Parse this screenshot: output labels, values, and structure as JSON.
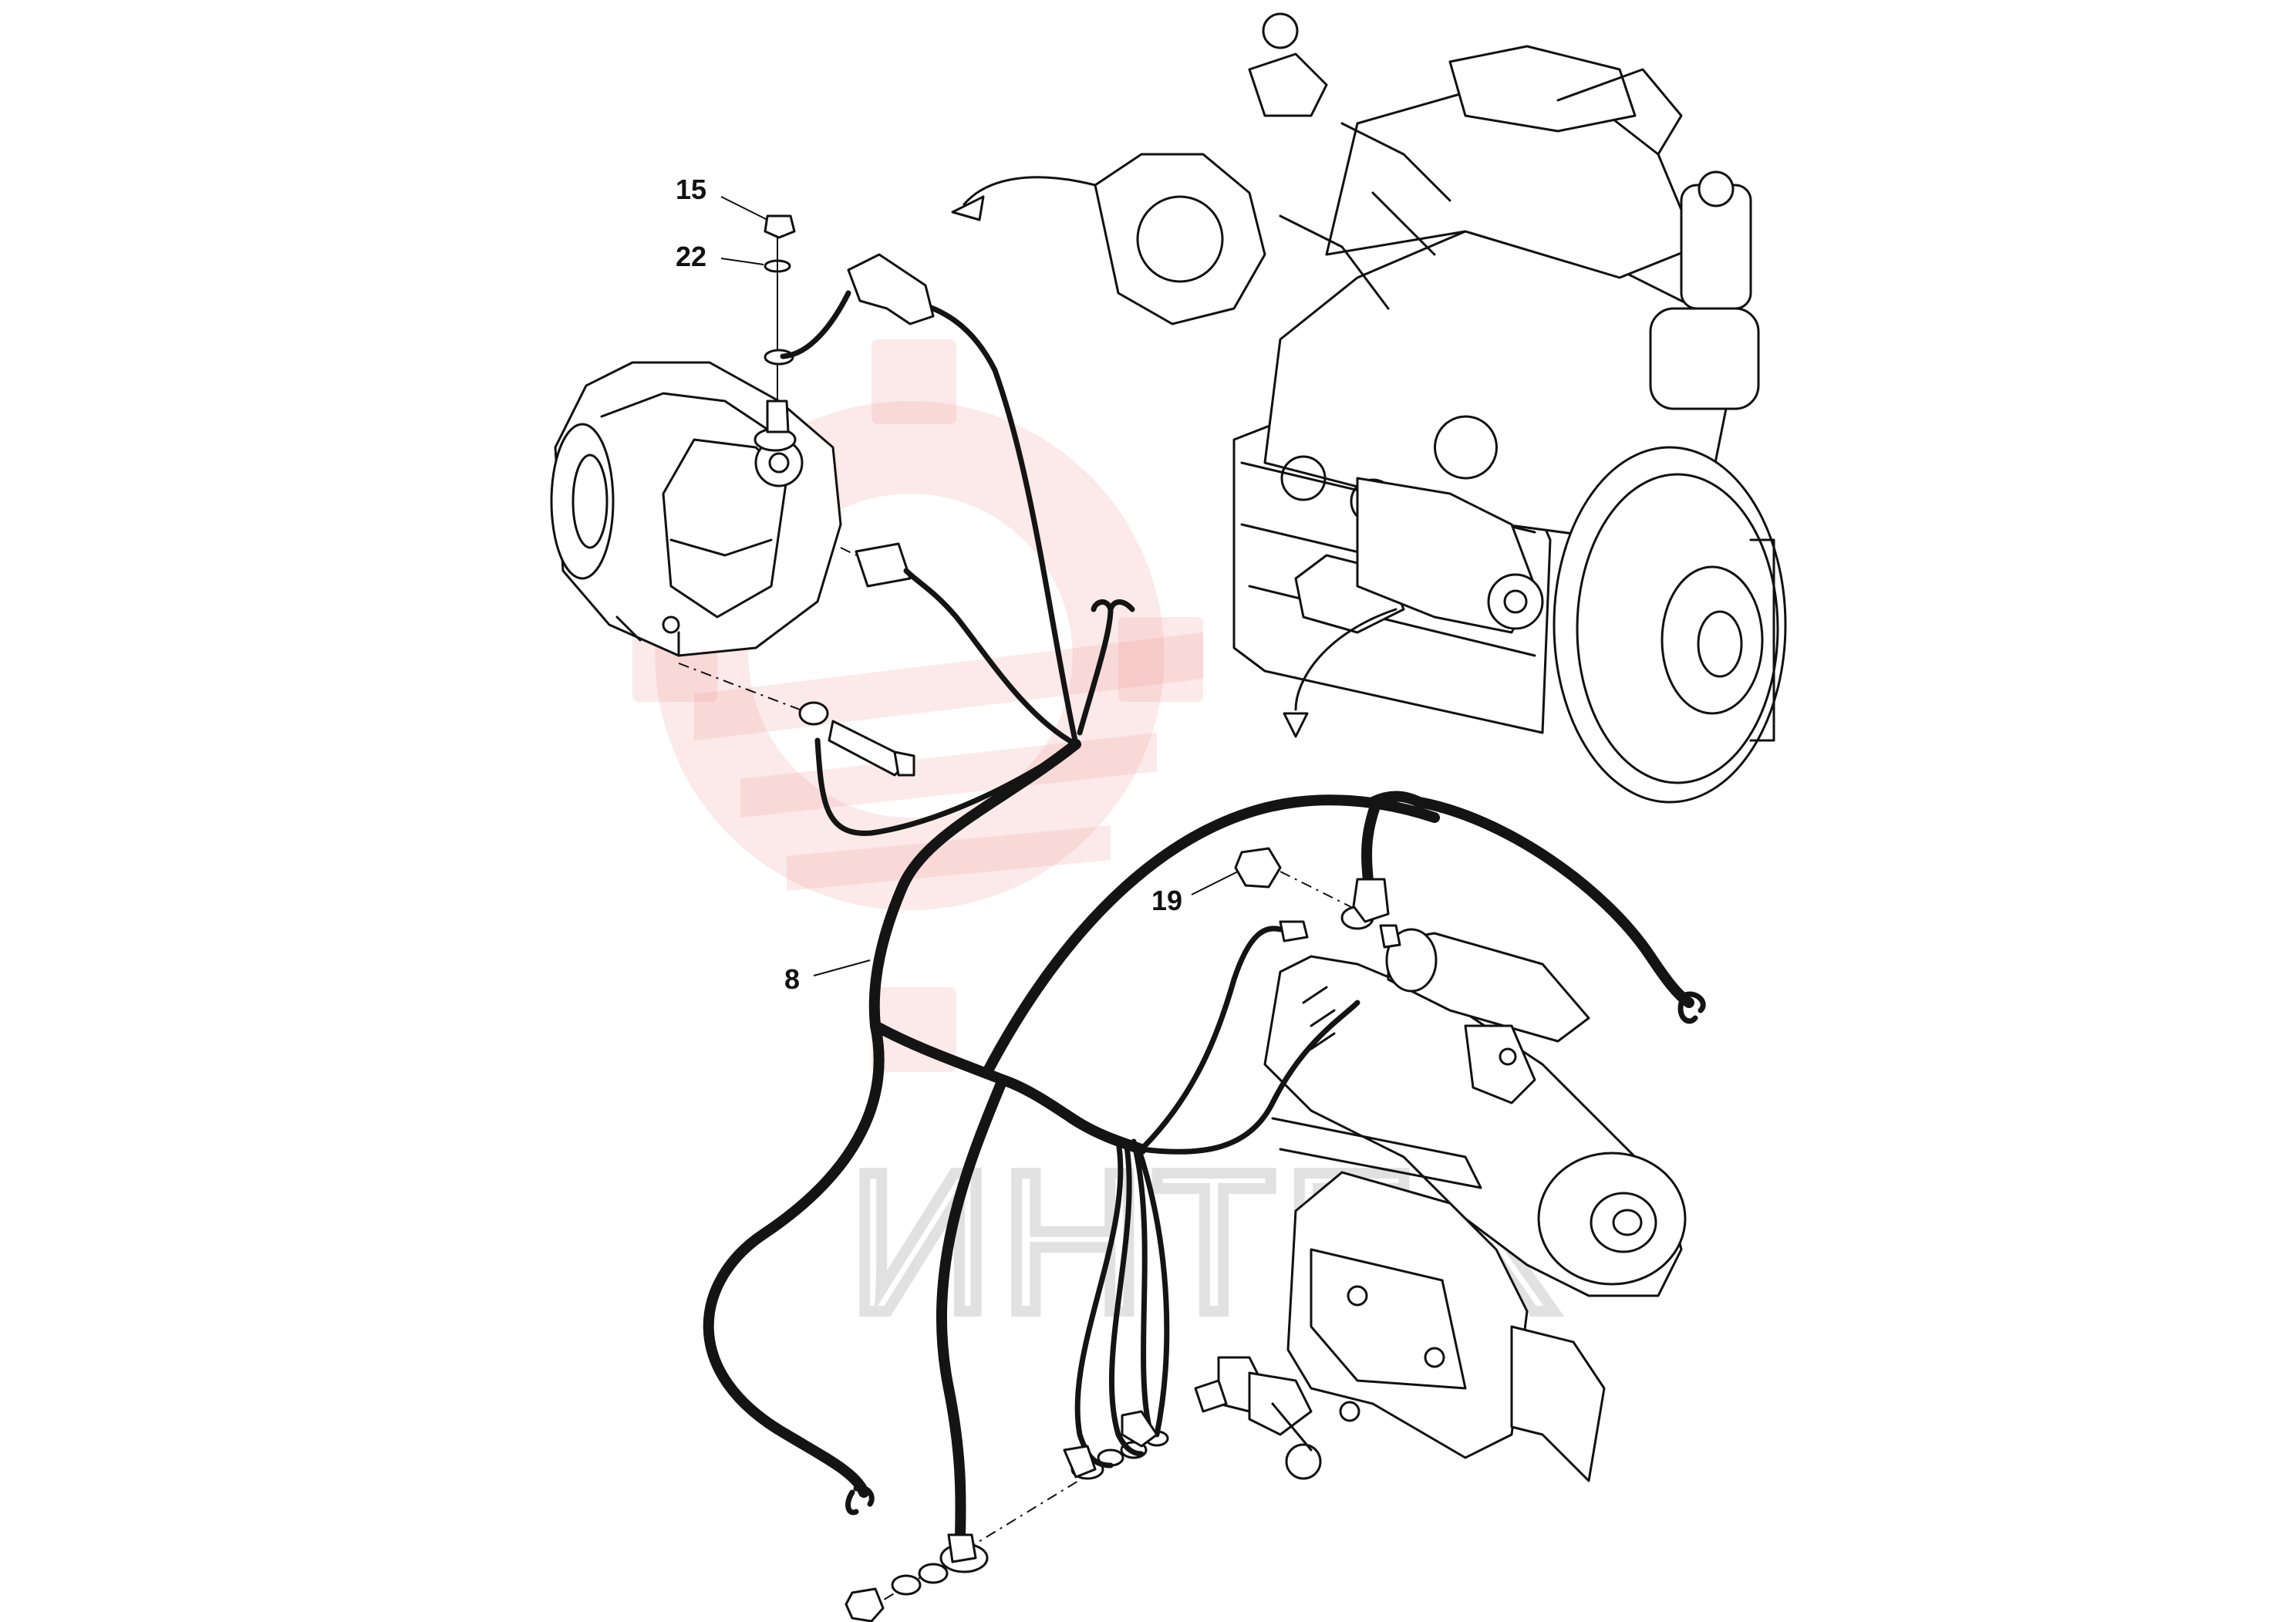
{
  "callouts": [
    {
      "id": "15",
      "label": "15"
    },
    {
      "id": "22",
      "label": "22"
    },
    {
      "id": "19",
      "label": "19"
    },
    {
      "id": "8",
      "label": "8"
    }
  ],
  "watermark": {
    "text": "ИНТЕХ",
    "color": "#f39a9a"
  }
}
